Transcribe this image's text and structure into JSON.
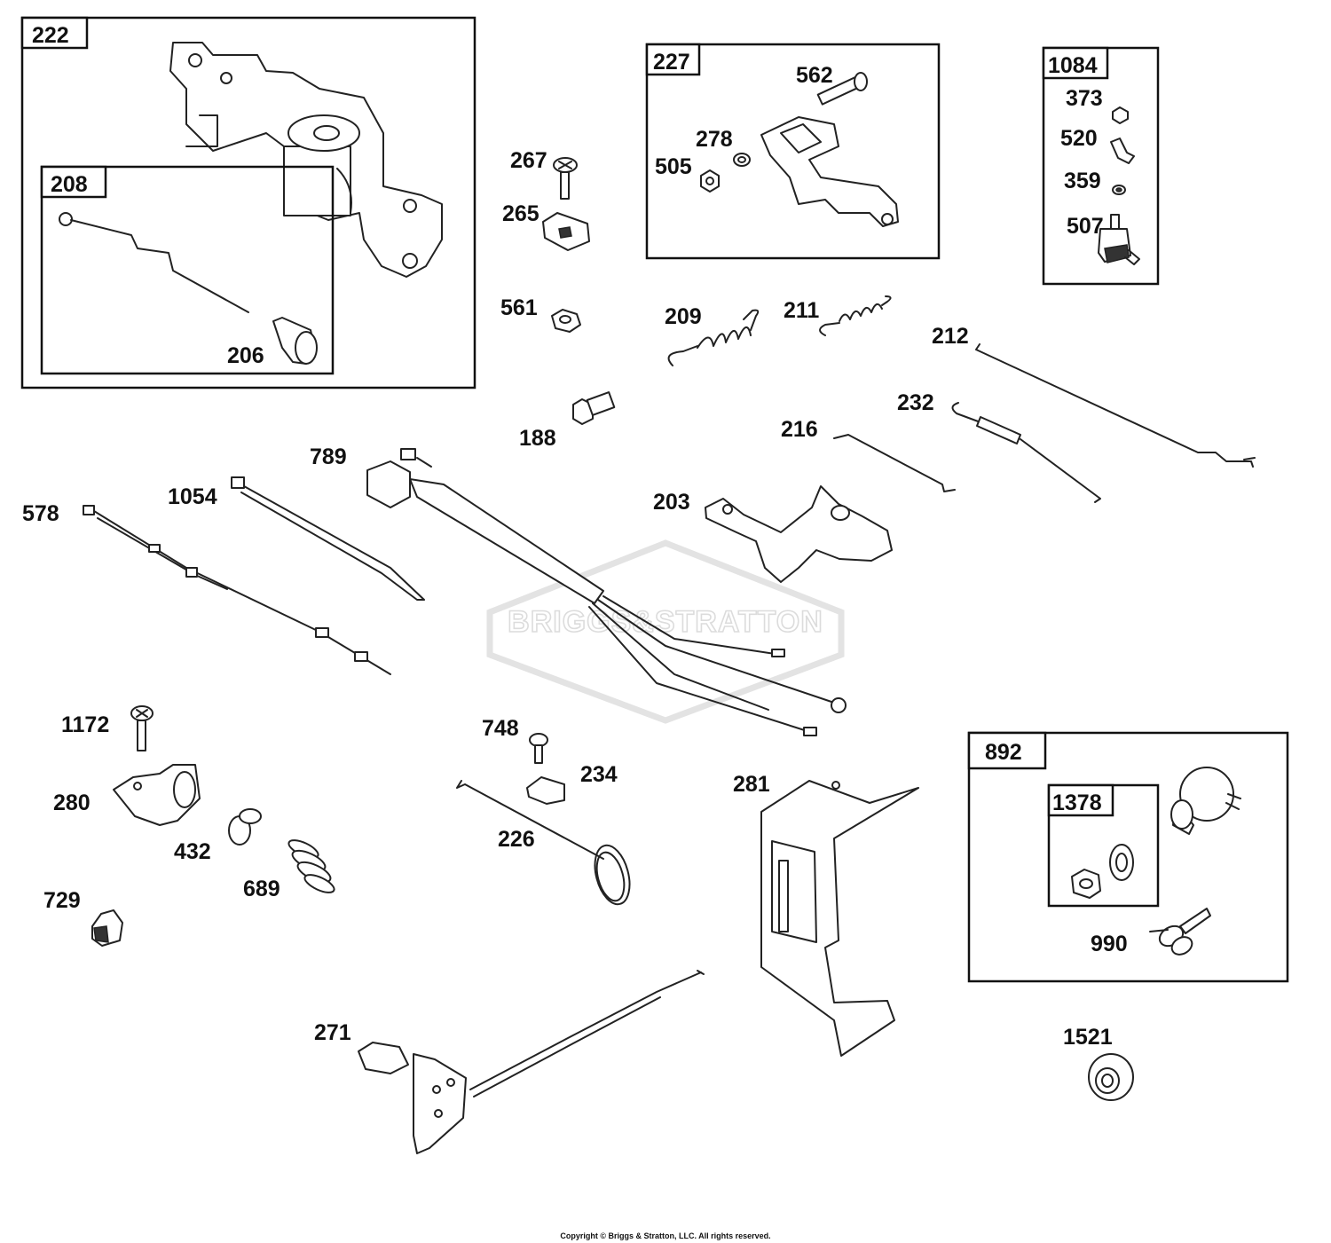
{
  "kits": [
    {
      "id": "kit-222",
      "tag": "222"
    },
    {
      "id": "kit-208",
      "tag": "208"
    },
    {
      "id": "kit-227",
      "tag": "227"
    },
    {
      "id": "kit-1084",
      "tag": "1084"
    },
    {
      "id": "kit-892",
      "tag": "892"
    },
    {
      "id": "kit-1378",
      "tag": "1378"
    }
  ],
  "parts": {
    "p206": "206",
    "p562": "562",
    "p278": "278",
    "p505": "505",
    "p373": "373",
    "p520": "520",
    "p359": "359",
    "p507": "507",
    "p267": "267",
    "p265": "265",
    "p561": "561",
    "p209": "209",
    "p211": "211",
    "p212": "212",
    "p188": "188",
    "p232": "232",
    "p216": "216",
    "p789": "789",
    "p1054": "1054",
    "p578": "578",
    "p203": "203",
    "p1172": "1172",
    "p280": "280",
    "p432": "432",
    "p689": "689",
    "p729": "729",
    "p748": "748",
    "p234": "234",
    "p226": "226",
    "p281": "281",
    "p990": "990",
    "p271": "271",
    "p1521": "1521"
  },
  "watermark": "BRIGGS&STRATTON",
  "copyright": "Copyright © Briggs & Stratton, LLC. All rights reserved."
}
